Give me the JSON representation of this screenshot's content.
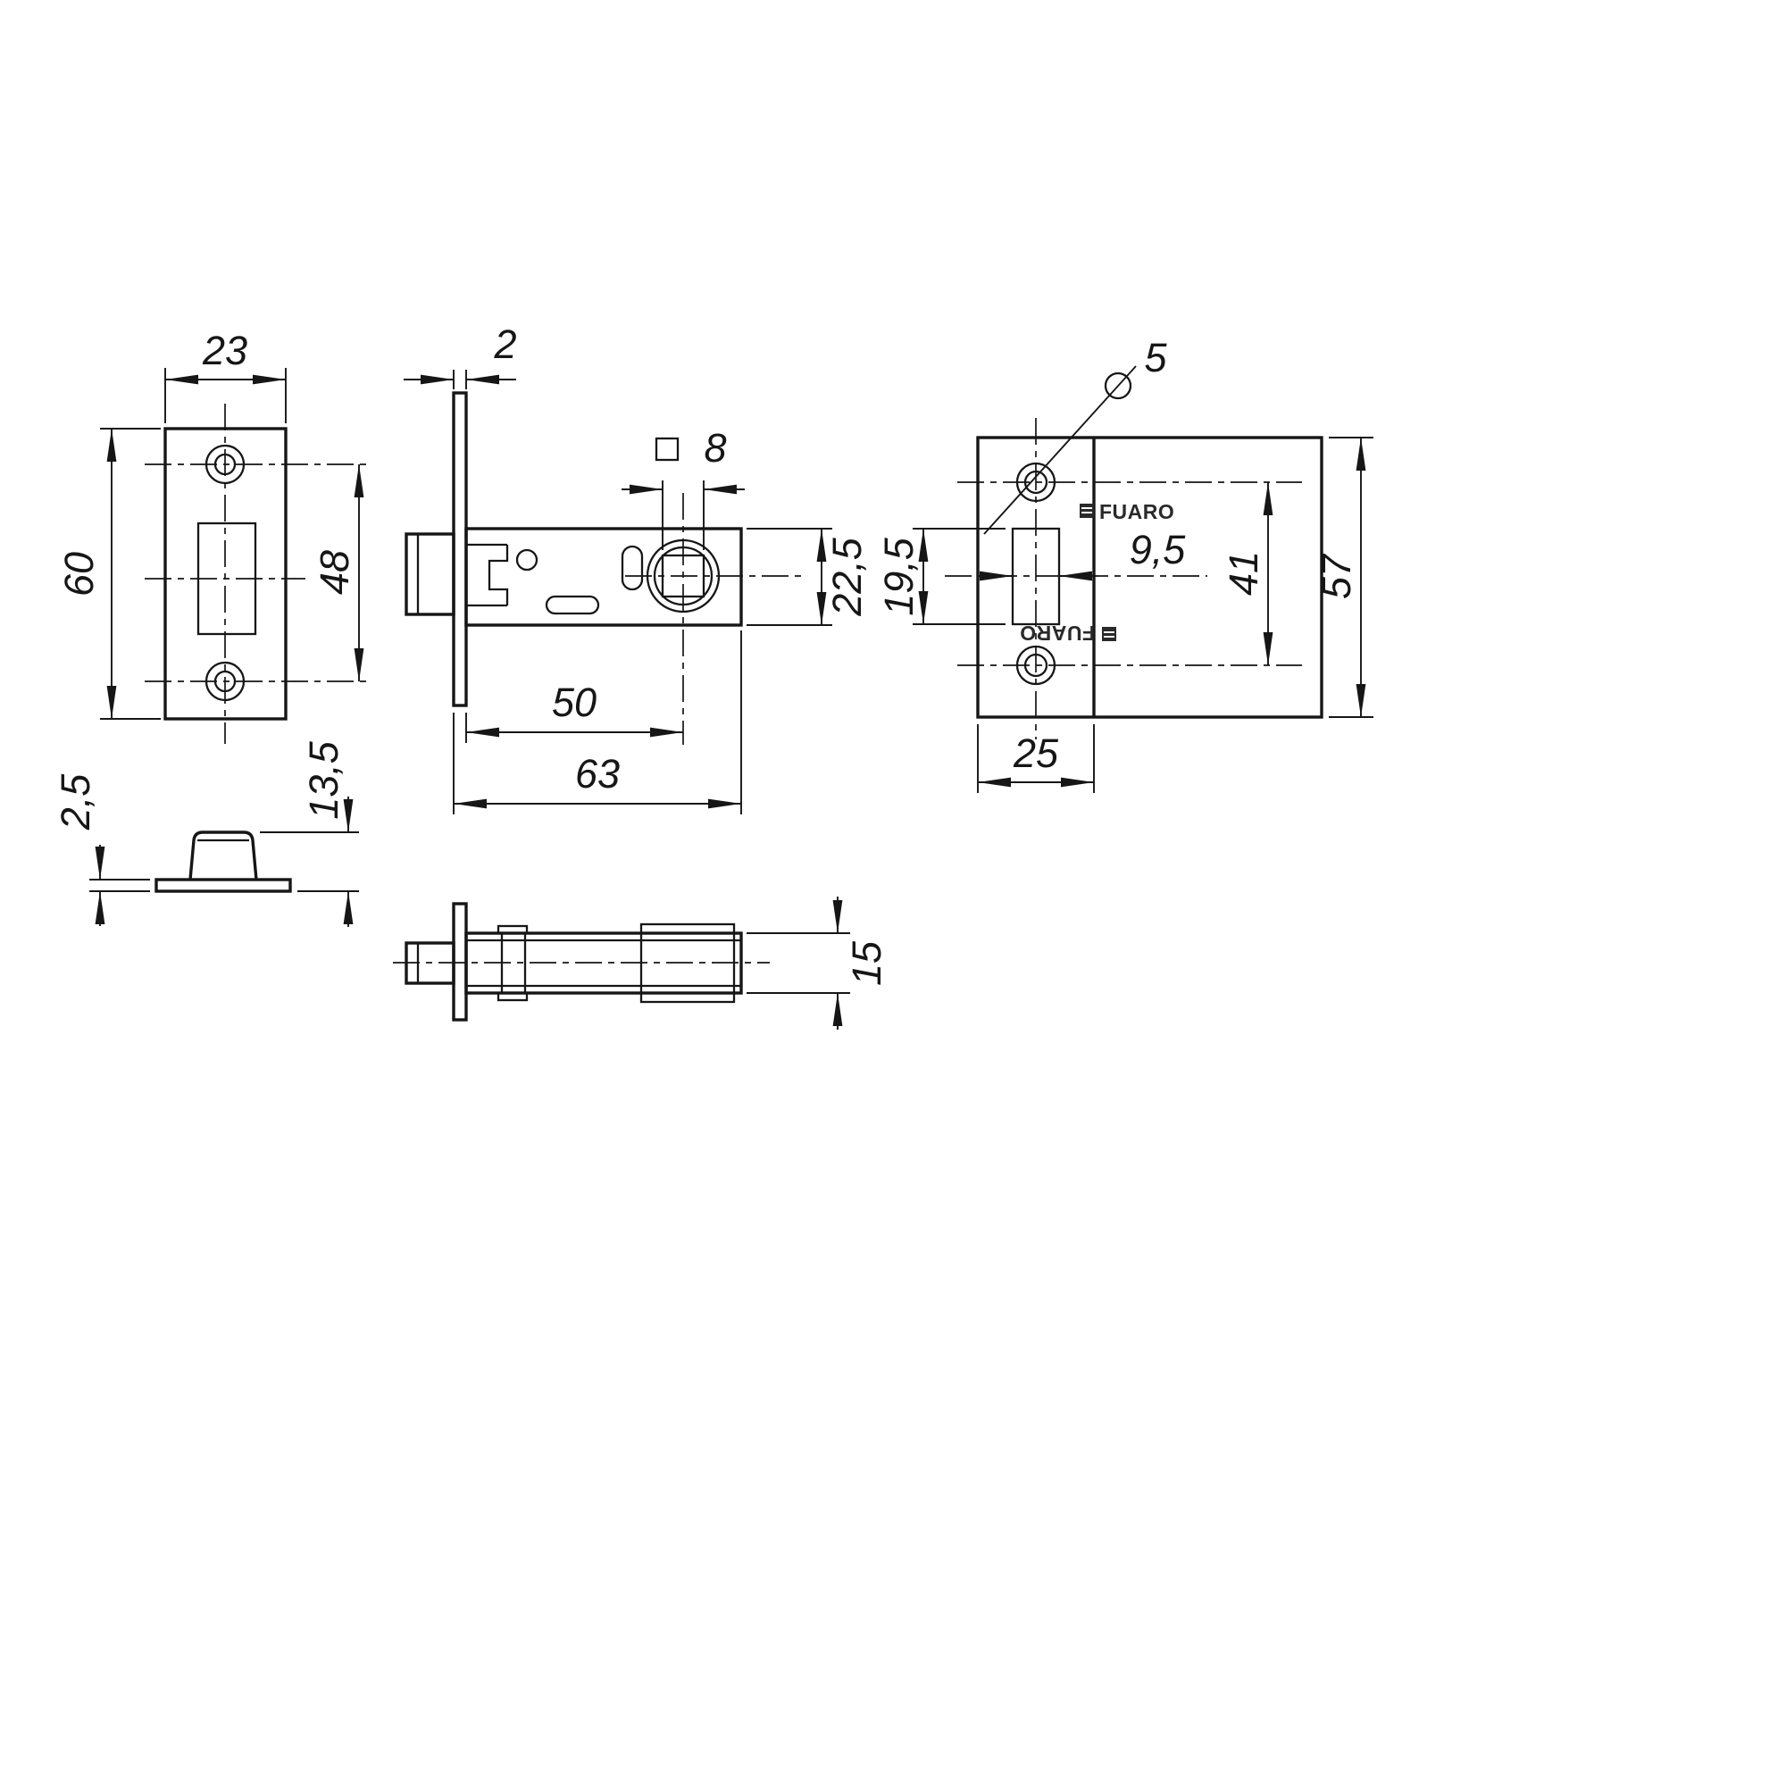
{
  "drawing": {
    "background_color": "#ffffff",
    "line_color": "#161616",
    "brand": "FUARO",
    "views": {
      "faceplate_front": {
        "width": "23",
        "height": "60",
        "screw_spacing": "48"
      },
      "faceplate_side": {
        "plate_thickness": "2,5",
        "bolt_height": "13,5"
      },
      "latch_side": {
        "faceplate_thickness": "2",
        "spindle_square": "8",
        "case_height": "22,5",
        "backset": "50",
        "case_length": "63"
      },
      "latch_top": {
        "case_thickness": "15"
      },
      "plate_front": {
        "screw_diameter": "5",
        "latch_hole_height": "19,5",
        "latch_hole_width": "9,5",
        "screw_spacing": "41",
        "height": "57",
        "width": "25"
      }
    }
  }
}
